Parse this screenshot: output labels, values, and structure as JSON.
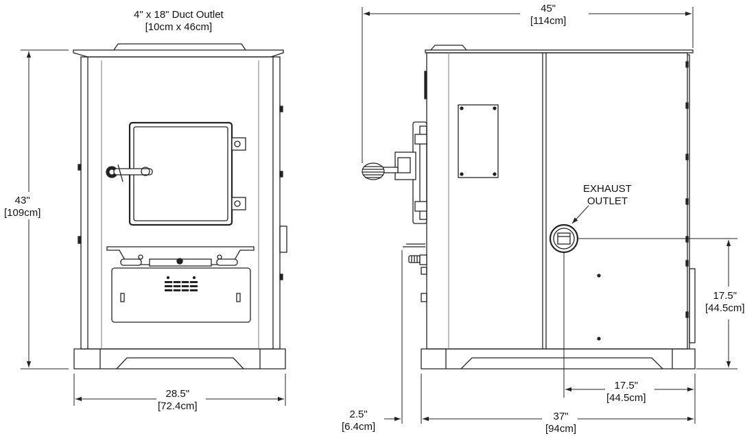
{
  "front_view": {
    "duct_outlet": {
      "line1": "4\" x 18\" Duct Outlet",
      "line2": "[10cm x 46cm]"
    },
    "height": {
      "imperial": "43\"",
      "metric": "[109cm]"
    },
    "width": {
      "imperial": "28.5\"",
      "metric": "[72.4cm]"
    }
  },
  "side_view": {
    "overall_depth": {
      "imperial": "45\"",
      "metric": "[114cm]"
    },
    "exhaust_label": {
      "line1": "EXHAUST",
      "line2": "OUTLET"
    },
    "exhaust_height": {
      "imperial": "17.5\"",
      "metric": "[44.5cm]"
    },
    "exhaust_from_back": {
      "imperial": "17.5\"",
      "metric": "[44.5cm]"
    },
    "rear_offset": {
      "imperial": "2.5\"",
      "metric": "[6.4cm]"
    },
    "base_depth": {
      "imperial": "37\"",
      "metric": "[94cm]"
    }
  },
  "colors": {
    "line": "#222222",
    "light_line": "#9a9a9a",
    "background": "#ffffff"
  }
}
